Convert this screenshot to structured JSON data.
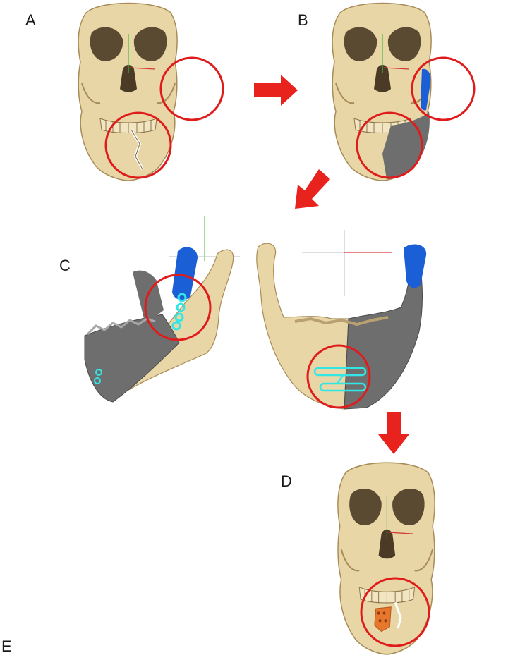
{
  "panels": [
    {
      "id": "A",
      "label": "A"
    },
    {
      "id": "B",
      "label": "B"
    },
    {
      "id": "C",
      "label": "C"
    },
    {
      "id": "D",
      "label": "D"
    },
    {
      "id": "E",
      "label": "E"
    }
  ],
  "colors": {
    "bone": "#e8d6a6",
    "bone_shadow": "#b8a070",
    "implant_gray": "#6e6e6e",
    "condyle_blue": "#1a5fd6",
    "plate_cyan": "#33e6e6",
    "graft_orange": "#e8772e",
    "highlight_red": "#e01b1b",
    "arrow_red": "#e8231e",
    "axis_green": "#3dbb3d",
    "axis_red": "#d23a3a",
    "axis_blue": "#3a5ad2"
  },
  "icons": [
    "skull-front-icon",
    "mandible-side-icon",
    "mandible-front-icon",
    "arrow-right-icon",
    "arrow-down-left-icon",
    "arrow-down-icon"
  ]
}
